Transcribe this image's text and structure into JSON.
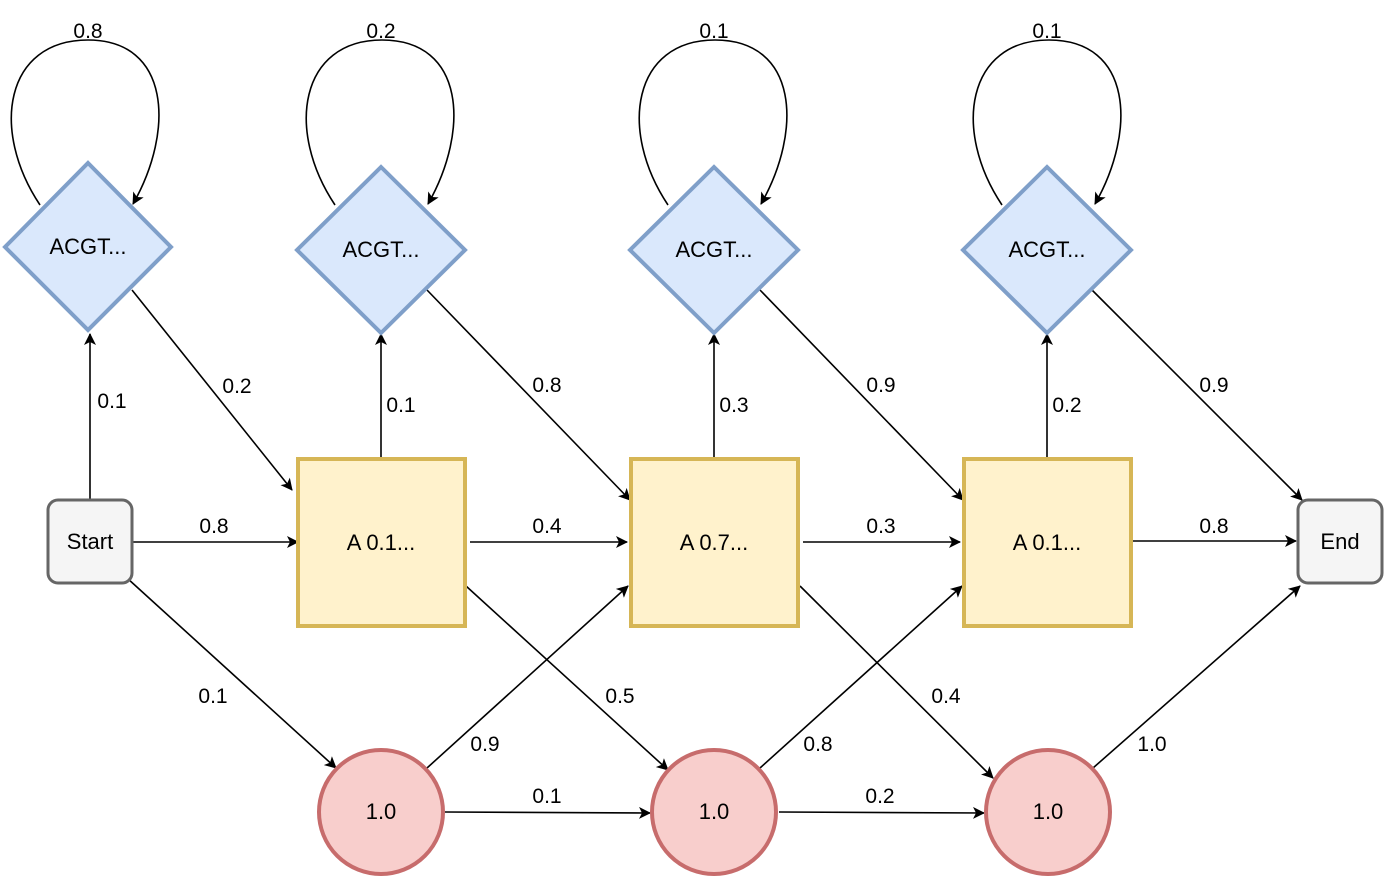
{
  "colors": {
    "insert_fill": "#dae8fc",
    "insert_stroke": "#7f9fc9",
    "match_fill": "#fff2cc",
    "match_stroke": "#d6b656",
    "delete_fill": "#f8cecc",
    "delete_stroke": "#c76c6c",
    "terminal_fill": "#f5f5f5",
    "terminal_stroke": "#666666"
  },
  "nodes": {
    "start": "Start",
    "end": "End",
    "insert": [
      "ACGT...",
      "ACGT...",
      "ACGT...",
      "ACGT..."
    ],
    "match": [
      "A 0.1...",
      "A 0.7...",
      "A 0.1..."
    ],
    "delete": [
      "1.0",
      "1.0",
      "1.0"
    ]
  },
  "edges": {
    "insert_self": [
      "0.8",
      "0.2",
      "0.1",
      "0.1"
    ],
    "start_to_insert": "0.1",
    "start_to_match": "0.8",
    "start_to_delete": "0.1",
    "insert_to_next": [
      "0.2",
      "0.8",
      "0.9",
      "0.9"
    ],
    "match_to_insert": [
      "0.1",
      "0.3",
      "0.2"
    ],
    "match_to_match": [
      "0.4",
      "0.3"
    ],
    "match_to_end": "0.8",
    "match_to_delete": [
      "0.5",
      "0.4"
    ],
    "delete_to_match": [
      "0.9",
      "0.8"
    ],
    "delete_to_delete": [
      "0.1",
      "0.2"
    ],
    "delete_to_end": "1.0"
  }
}
